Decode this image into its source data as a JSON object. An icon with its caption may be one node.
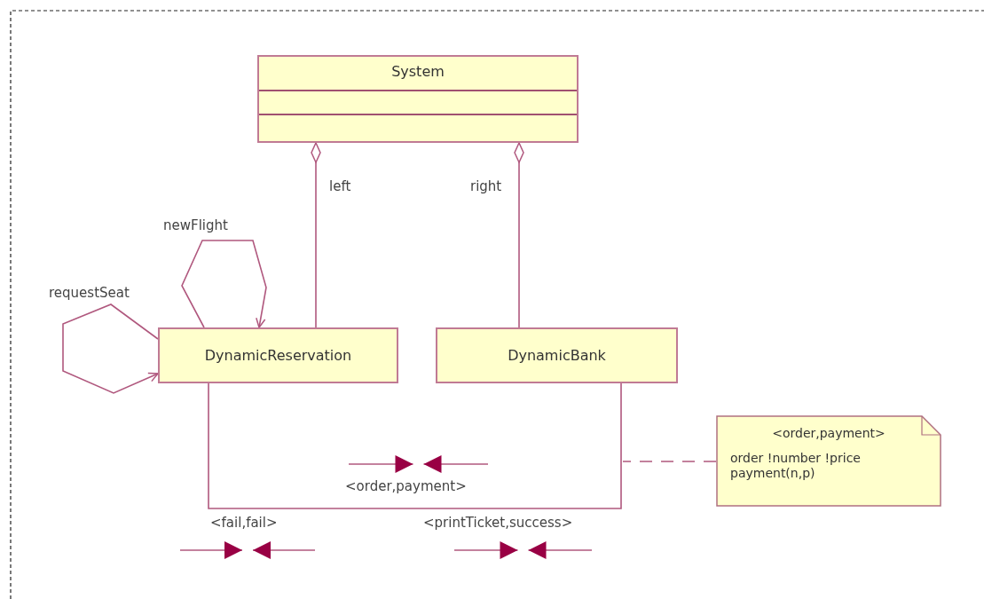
{
  "diagram": {
    "nodes": [
      {
        "text": [
          "System"
        ]
      },
      {
        "text": [
          "DynamicReservation"
        ]
      },
      {
        "text": [
          "DynamicBank"
        ]
      },
      {
        "text": [
          "<order,payment>",
          "order !number !price payment(n,p)"
        ]
      }
    ],
    "edges": [
      {
        "from": 1,
        "to": 0,
        "arrow": "other",
        "label": "left"
      },
      {
        "from": 2,
        "to": 0,
        "arrow": "other",
        "label": "right"
      },
      {
        "from": 1,
        "to": 1,
        "arrow": "to",
        "label": "newFlight"
      },
      {
        "from": 1,
        "to": 1,
        "arrow": "to",
        "label": "requestSeat"
      },
      {
        "from": 1,
        "to": 2,
        "arrow": "none",
        "label": "<order,payment>"
      },
      {
        "from": 3,
        "to": null,
        "arrow": "none",
        "style": "dashed"
      }
    ],
    "labels": [
      "<fail,fail>",
      "<printTicket,success>"
    ]
  }
}
